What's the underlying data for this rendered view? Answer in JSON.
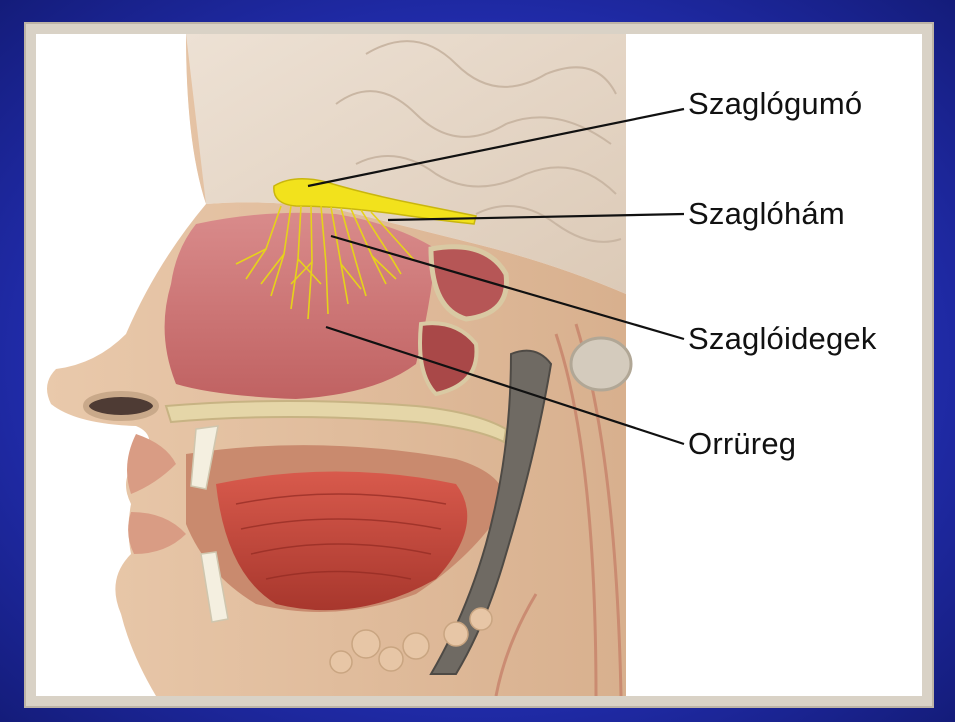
{
  "labels": {
    "olfactory_bulb": "Szaglógumó",
    "olfactory_epithelium": "Szaglóhám",
    "olfactory_nerves": "Szaglóidegek",
    "nasal_cavity": "Orrüreg"
  },
  "colors": {
    "slide_background": "#2a35c4",
    "frame": "#d9d2c6",
    "panel": "#ffffff",
    "nerve": "#f2e21c",
    "tissue": "#c86a6a",
    "skin": "#e2bfa0",
    "muscle": "#b84a40",
    "bone": "#d8cfae"
  }
}
